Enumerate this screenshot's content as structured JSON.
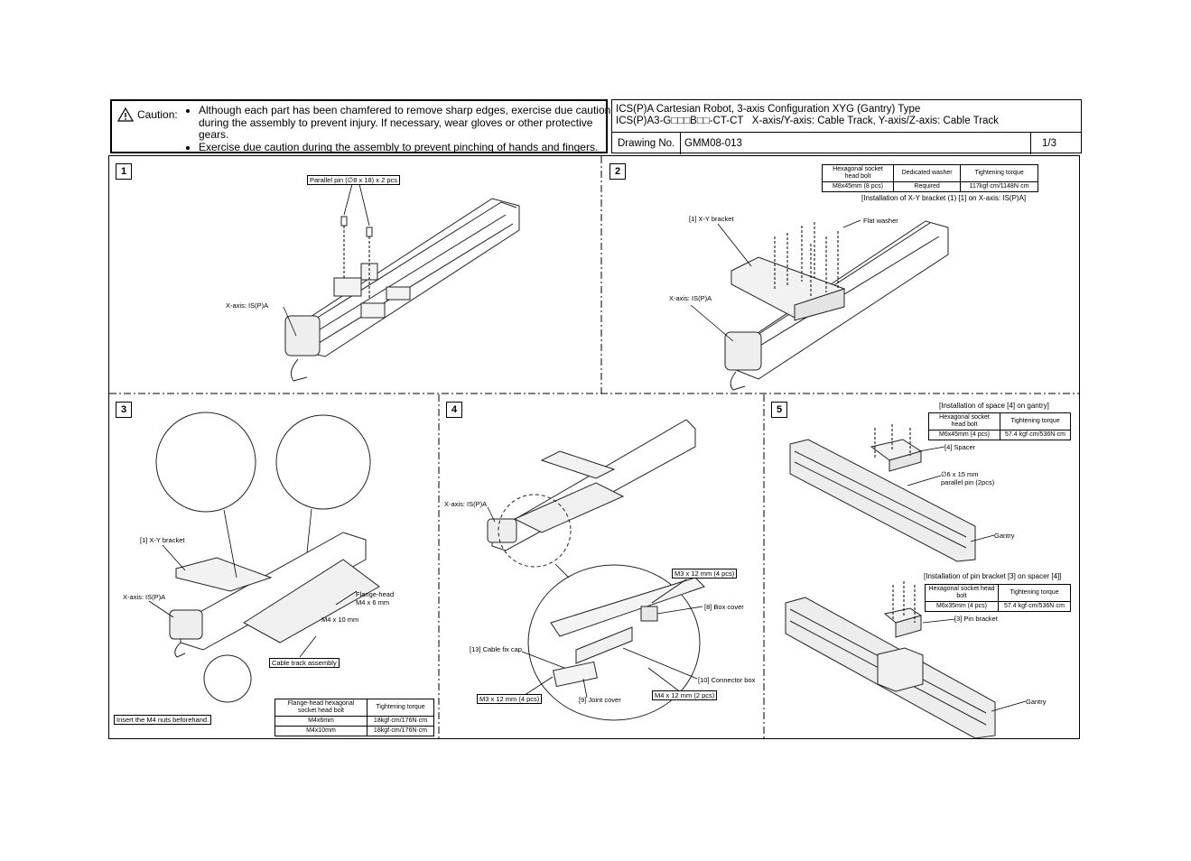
{
  "caution": {
    "label": "Caution:",
    "bullets": [
      "Although each part has been chamfered to remove sharp edges, exercise due caution during the assembly to prevent injury. If necessary, wear gloves or other protective gears.",
      "Exercise due caution during the assembly to prevent pinching of hands and fingers."
    ]
  },
  "title_block": {
    "line1": "ICS(P)A Cartesian Robot, 3-axis Configuration XYG (Gantry) Type",
    "line2": "ICS(P)A3-G□□□B□□-CT-CT   X-axis/Y-axis: Cable Track, Y-axis/Z-axis: Cable Track",
    "drawing_no_label": "Drawing No.",
    "drawing_no": "GMM08-013",
    "page": "1/3"
  },
  "steps": {
    "s1": {
      "num": "1",
      "pin_label": "Parallel pin (∅8 x 18) x 2 pcs",
      "axis_label": "X-axis: IS(P)A"
    },
    "s2": {
      "num": "2",
      "table": {
        "h1": "Hexagonal socket head bolt",
        "h2": "Dedicated washer",
        "h3": "Tightening torque",
        "v1": "M8x45mm (8 pcs)",
        "v2": "Required",
        "v3": "117kgf·cm/1148N·cm"
      },
      "install_note": "[Installation of X-Y bracket (1) [1] on X-axis: IS(P)A]",
      "xy_bracket": "[1] X-Y bracket",
      "flat_washer": "Flat washer",
      "axis_label": "X-axis: IS(P)A"
    },
    "s3": {
      "num": "3",
      "xy_bracket": "[1] X-Y bracket",
      "axis_label": "X-axis: IS(P)A",
      "flange_head": "Flange-head\nM4 x 6 mm",
      "m4x10": "M4 x 10 mm",
      "cable_track": "Cable track assembly",
      "insert_note": "Insert the M4 nuts beforehand.",
      "table": {
        "h1": "Flange-head hexagonal socket head bolt",
        "h2": "Tightening torque",
        "r1a": "M4x6mm",
        "r1b": "18kgf·cm/176N·cm",
        "r2a": "M4x10mm",
        "r2b": "18kgf·cm/176N·cm"
      }
    },
    "s4": {
      "num": "4",
      "axis_label": "X-axis: IS(P)A",
      "m3_4": "M3 x 12 mm (4 pcs)",
      "box_cover": "[8] Box cover",
      "cable_fix": "[13] Cable fix cap",
      "connector_box": "[10] Connector box",
      "m3_4b": "M3 x 12 mm (4 pcs)",
      "joint_cover": "[9] Joint cover",
      "m4_2": "M4 x 12 mm (2 pcs)"
    },
    "s5": {
      "num": "5",
      "install_spacer": "[Installation of space [4] on gantry]",
      "table1": {
        "h1": "Hexagonal socket head bolt",
        "h2": "Tightening torque",
        "v1": "M6x45mm (4 pcs)",
        "v2": "57.4 kgf·cm/536N·cm"
      },
      "spacer": "[4] Spacer",
      "pin": "∅6 x 15 mm\nparallel pin (2pcs)",
      "gantry": "Gantry",
      "install_pin": "[Installation of pin bracket [3] on spacer [4]]",
      "table2": {
        "h1": "Hexagonal socket head bolt",
        "h2": "Tightening torque",
        "v1": "M6x35mm (4 pcs)",
        "v2": "57.4 kgf·cm/536N·cm"
      },
      "pin_bracket": "[3] Pin bracket",
      "gantry2": "Gantry"
    }
  }
}
